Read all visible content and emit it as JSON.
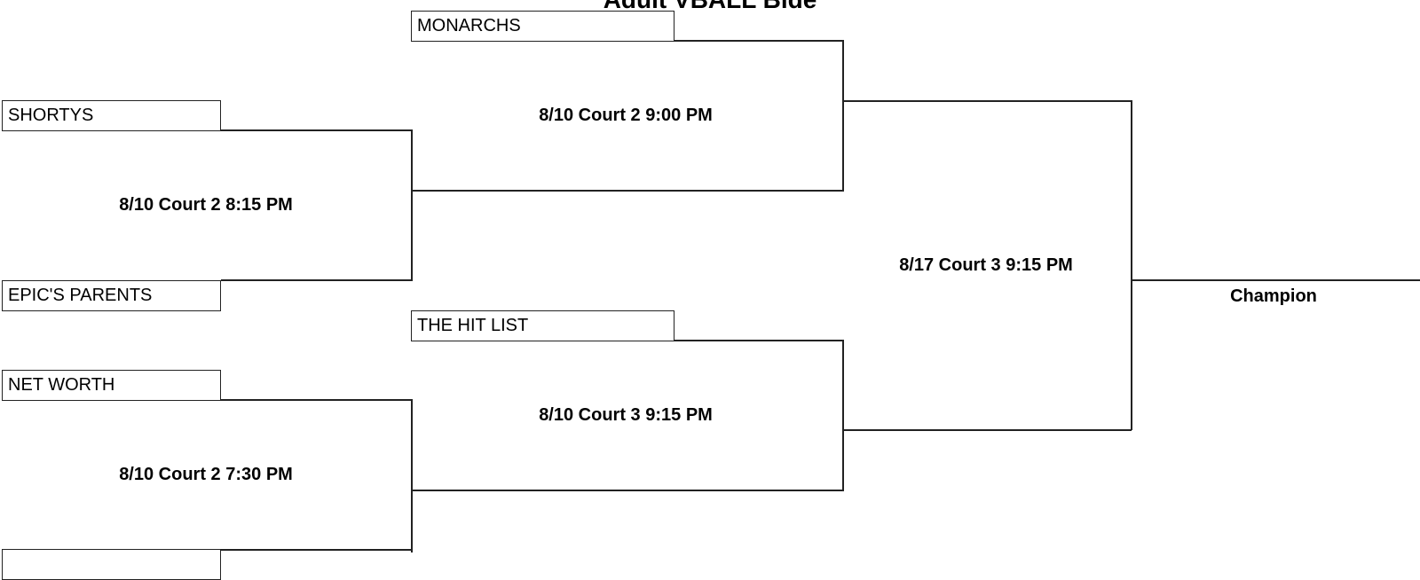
{
  "title": "Adult VBALL Bide",
  "round1": {
    "teams": [
      "SHORTYS",
      "EPIC'S PARENTS",
      "NET WORTH",
      ""
    ],
    "games": [
      "8/10 Court 2 8:15 PM",
      "8/10 Court 2 7:30 PM"
    ]
  },
  "round2": {
    "teams": [
      "MONARCHS",
      "THE HIT LIST"
    ],
    "games": [
      "8/10 Court 2 9:00 PM",
      "8/10 Court 3 9:15 PM"
    ]
  },
  "final": {
    "game": "8/17 Court 3 9:15 PM",
    "champion_label": "Champion"
  }
}
